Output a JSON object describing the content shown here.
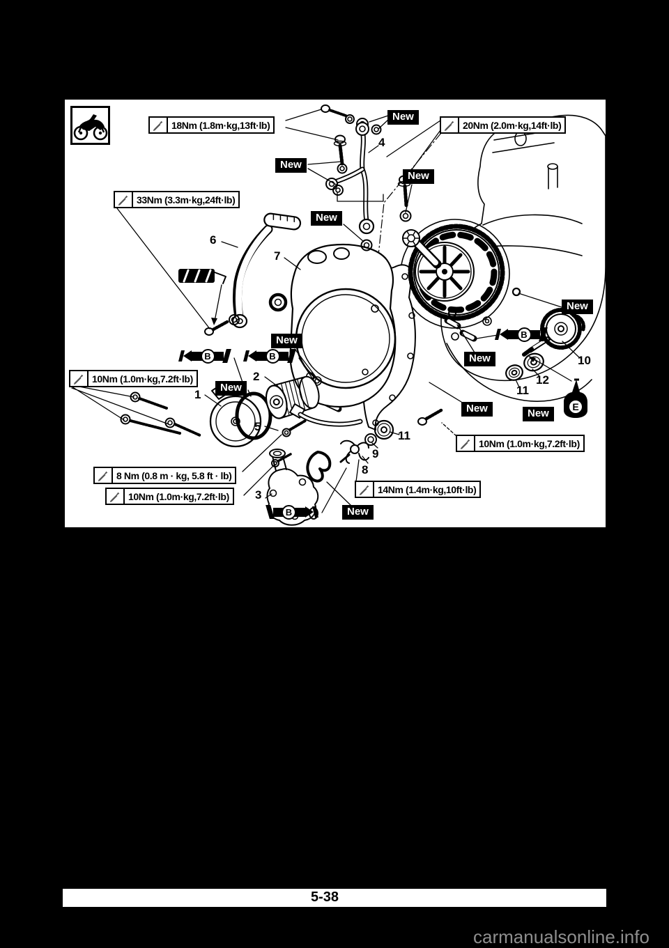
{
  "page": {
    "number": "5-38",
    "watermark": "carmanualsonline.info"
  },
  "icons": {
    "model_badge": "motorcycle-icon",
    "torque": "wrench-icon"
  },
  "labels": {
    "new": "New"
  },
  "symbols": {
    "grease": "B",
    "engine_oil": "E"
  },
  "torque_callouts": [
    {
      "label": "18Nm (1.8m·kg,13ft·lb)"
    },
    {
      "label": "20Nm (2.0m·kg,14ft·lb)"
    },
    {
      "label": "33Nm (3.3m·kg,24ft·lb)"
    },
    {
      "label": "10Nm (1.0m·kg,7.2ft·lb)"
    },
    {
      "label": "8 Nm (0.8 m · kg, 5.8 ft · lb)"
    },
    {
      "label": "10Nm (1.0m·kg,7.2ft·lb)"
    },
    {
      "label": "14Nm (1.4m·kg,10ft·lb)"
    },
    {
      "label": "10Nm (1.0m·kg,7.2ft·lb)"
    }
  ],
  "parts": {
    "p1": "1",
    "p2": "2",
    "p3": "3",
    "p4": "4",
    "p5": "5",
    "p6": "6",
    "p7": "7",
    "p8": "8",
    "p9": "9",
    "p10": "10",
    "p11": "11",
    "p12": "12"
  }
}
